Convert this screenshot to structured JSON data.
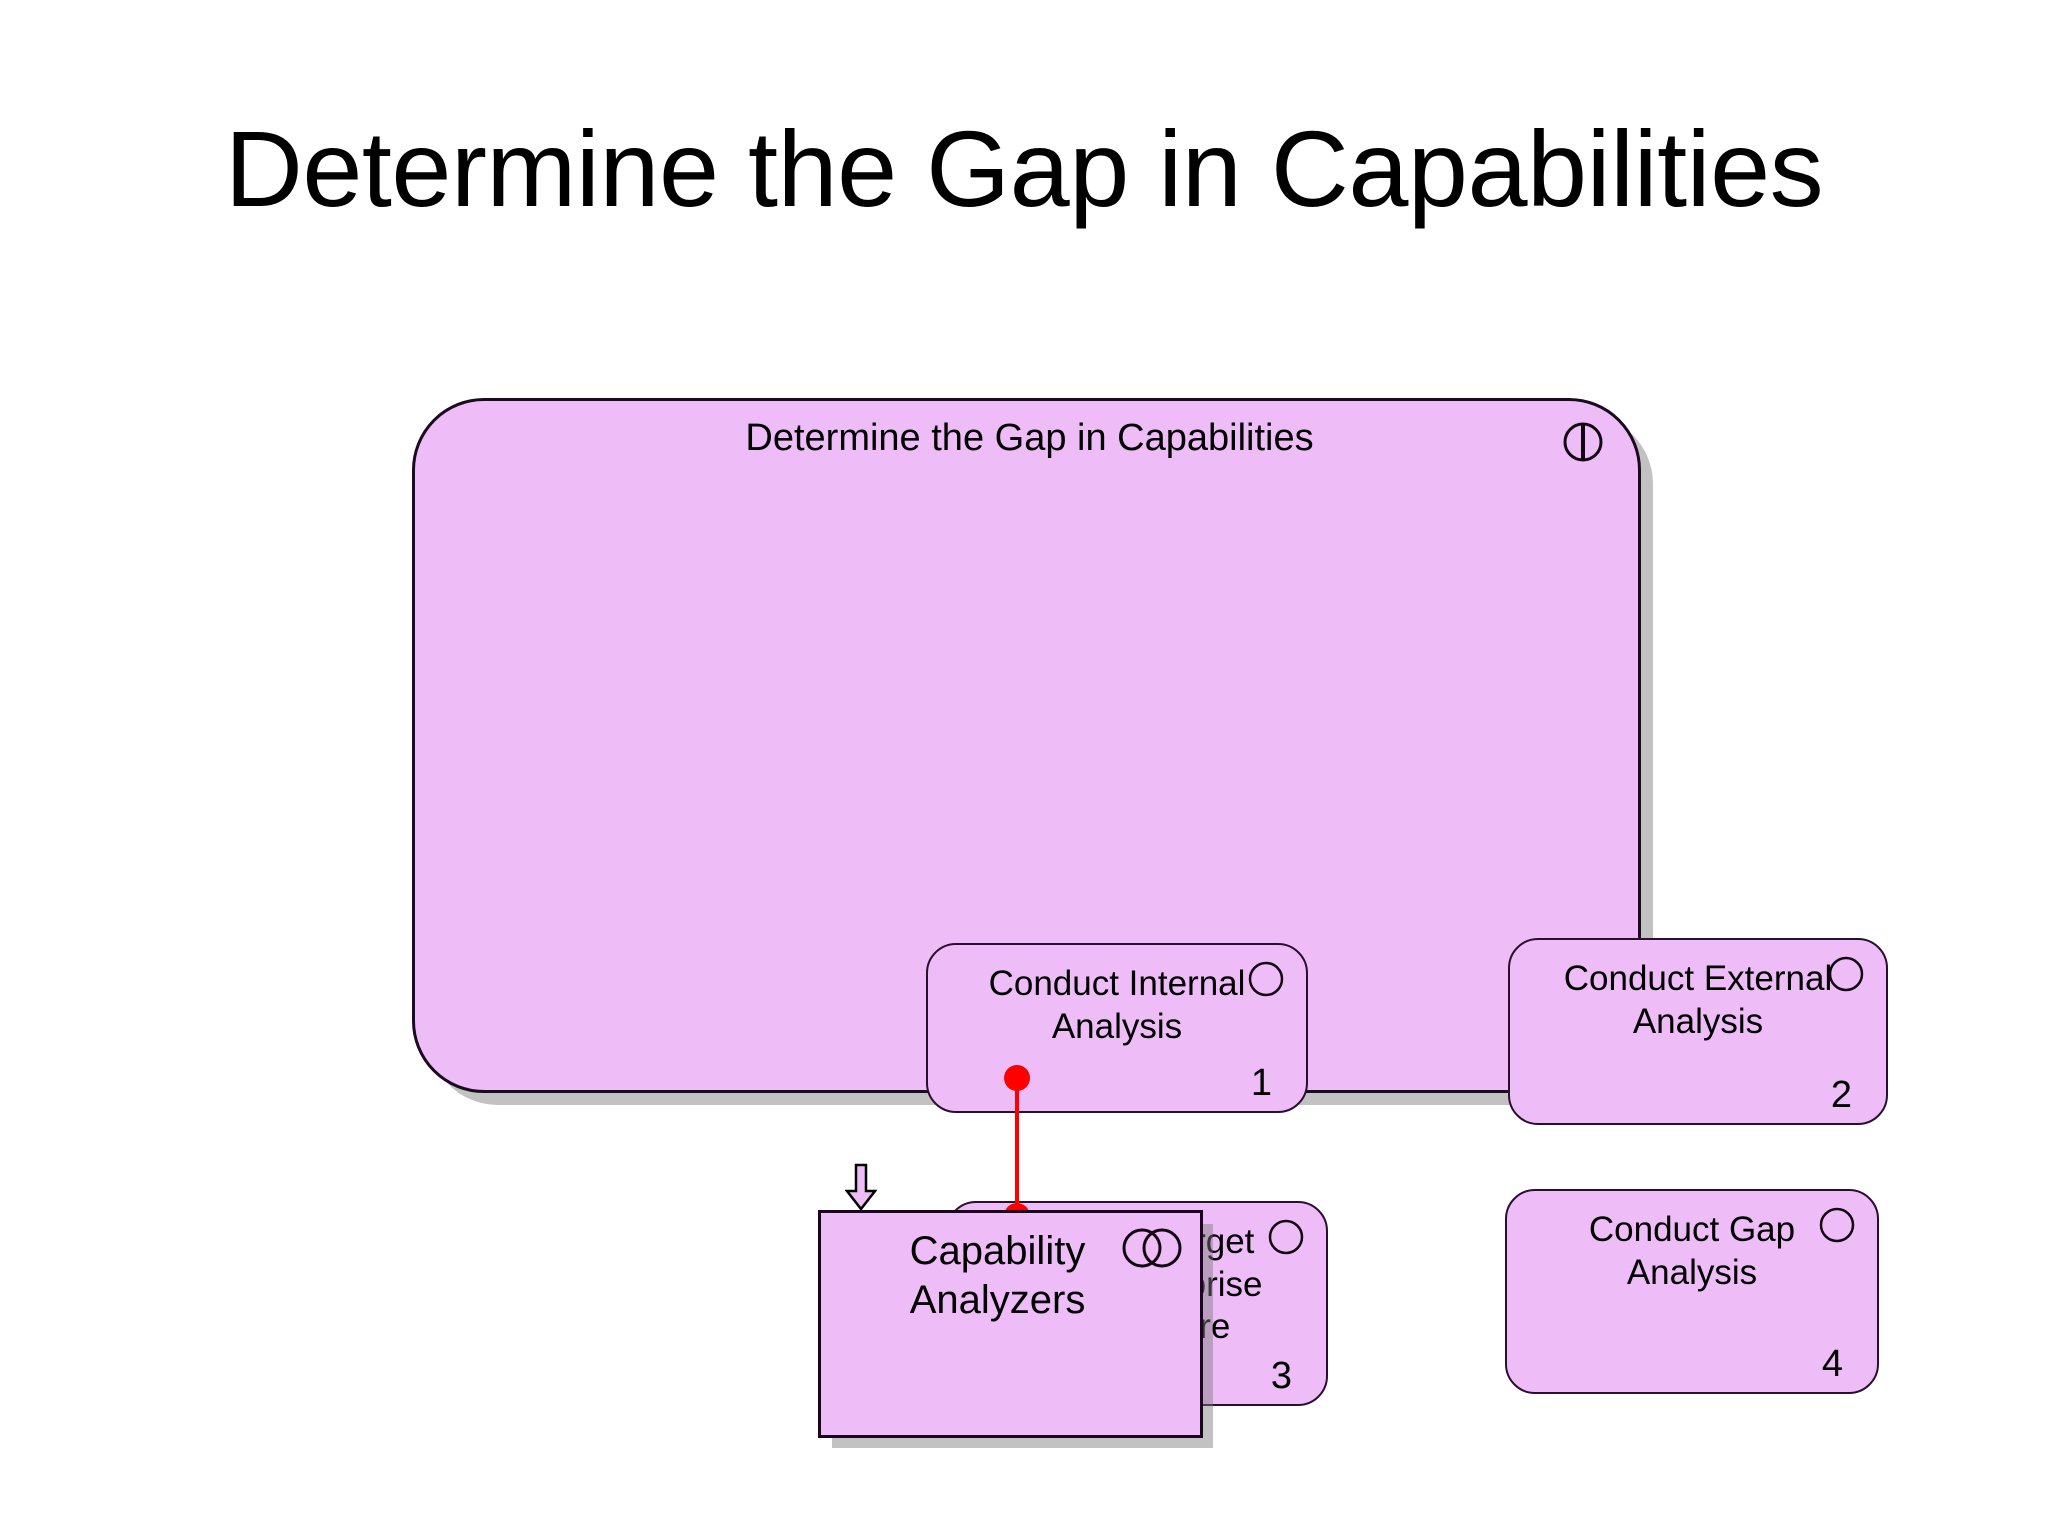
{
  "slide": {
    "title": "Determine the Gap in Capabilities",
    "background_color": "#ffffff"
  },
  "colors": {
    "shape_fill": "#eebdf8",
    "shape_stroke": "#1a0b1e",
    "connector": "#fe0000",
    "shadow": "#bdbdbd",
    "text": "#000000"
  },
  "diagram": {
    "container": {
      "title": "Determine the Gap in Capabilities",
      "icon_name": "uml-process-icon"
    },
    "actions": [
      {
        "label": "Conduct Internal\nAnalysis",
        "line1": "Conduct Internal",
        "line2": "Analysis",
        "number": "1",
        "icon_name": "activity-circle-icon"
      },
      {
        "label": "Conduct External\nAnalysis",
        "line1": "Conduct External",
        "line2": "Analysis",
        "number": "2",
        "icon_name": "activity-circle-icon"
      },
      {
        "label": "Develop Target\nState Enterprise\nArchitecture",
        "line1": "Develop Target",
        "line2": "State Enterprise",
        "line3": "Architecture",
        "number": "3",
        "icon_name": "activity-circle-icon"
      },
      {
        "label": "Conduct Gap\nAnalysis",
        "line1": "Conduct Gap",
        "line2": "Analysis",
        "number": "4",
        "icon_name": "activity-circle-icon"
      }
    ],
    "connector": {
      "name": "realization-connector",
      "color": "#fe0000",
      "endpoint_shape": "filled-circle",
      "flow_arrow_icon": "down-arrow-icon"
    },
    "component": {
      "line1": "Capability",
      "line2": "Analyzers",
      "label": "Capability\nAnalyzers",
      "icon_name": "collaboration-double-circle-icon"
    }
  }
}
